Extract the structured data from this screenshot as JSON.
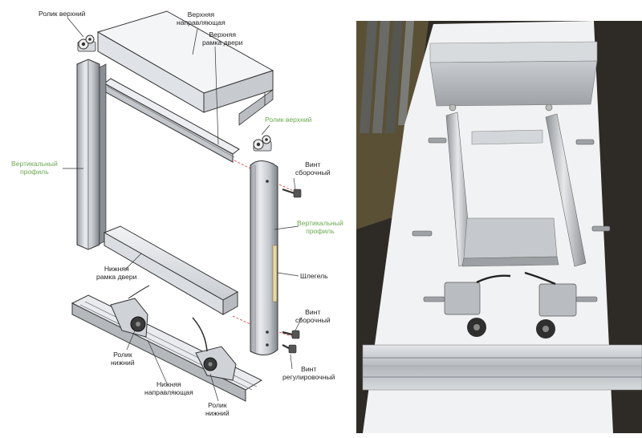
{
  "labels": {
    "roller_top_left": "Ролик верхний",
    "top_guide": "Верхняя\nнаправляющая",
    "top_frame": "Верхняя\nрамка двери",
    "roller_top_right": "Ролик верхний",
    "vertical_profile_left": "Вертикальный\nпрофиль",
    "screw_assembly_top": "Винт\nсборочный",
    "vertical_profile_right": "Вертикальный\nпрофиль",
    "bottom_frame": "Нижняя\nрамка двери",
    "shlegel": "Шлегель",
    "screw_assembly_bottom": "Винт\nсборочный",
    "roller_bottom_left": "Ролик\nнижний",
    "screw_adjusting": "Винт\nрегулировочный",
    "bottom_guide": "Нижняя\nнаправляющая",
    "roller_bottom_right": "Ролик\nнижний"
  },
  "colors": {
    "accent_green": "#6aa84f",
    "text": "#222222"
  }
}
